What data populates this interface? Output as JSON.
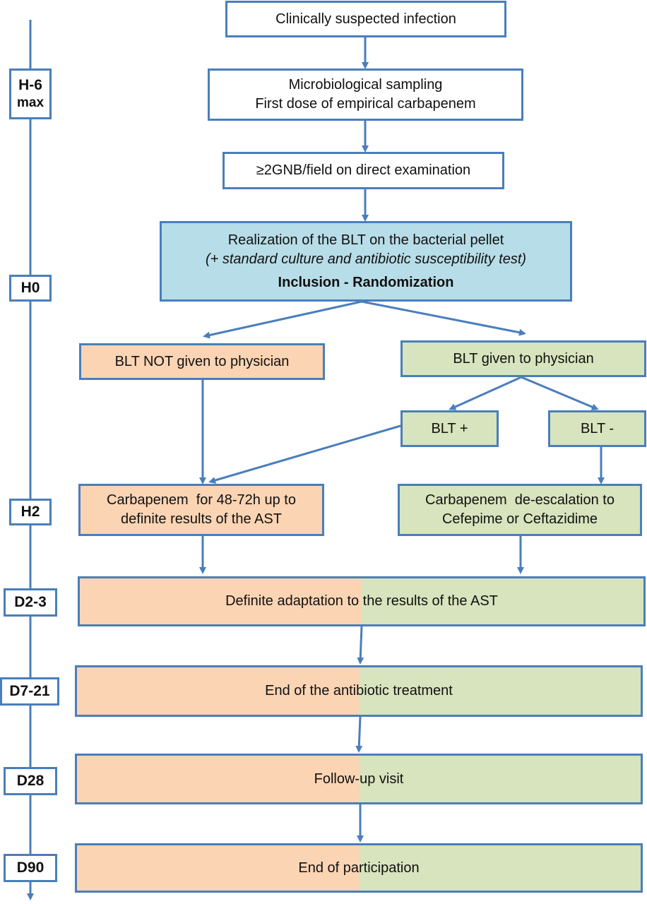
{
  "colors": {
    "line": "#4a7ebb",
    "blue_fill": "#b7dde8",
    "orange_fill": "#fbd4b4",
    "green_fill": "#d7e4bd"
  },
  "timeline": {
    "h6": "H-6",
    "h6_sub": "max",
    "h0": "H0",
    "h2": "H2",
    "d2_3": "D2-3",
    "d7_21": "D7-21",
    "d28": "D28",
    "d90": "D90"
  },
  "boxes": {
    "suspected": "Clinically suspected infection",
    "sampling_line1": "Microbiological sampling",
    "sampling_line2": "First dose of empirical carbapenem",
    "gnb": "≥2GNB/field on direct examination",
    "blt_line1": "Realization of the BLT on the bacterial pellet",
    "blt_line2": "(+ standard culture and antibiotic susceptibility test)",
    "blt_line3": "Inclusion - Randomization",
    "not_given": "BLT NOT given to physician",
    "given": "BLT given to physician",
    "blt_plus": "BLT +",
    "blt_minus": "BLT -",
    "carbapenem_line1": "Carbapenem  for 48-72h up to",
    "carbapenem_line2": "definite results of the AST",
    "deesc_line1": "Carbapenem  de-escalation to",
    "deesc_line2": "Cefepime or Ceftazidime",
    "adaptation": "Definite adaptation to the results of the AST",
    "end_treatment": "End of the antibiotic treatment",
    "followup": "Follow-up visit",
    "end_participation": "End of participation"
  }
}
